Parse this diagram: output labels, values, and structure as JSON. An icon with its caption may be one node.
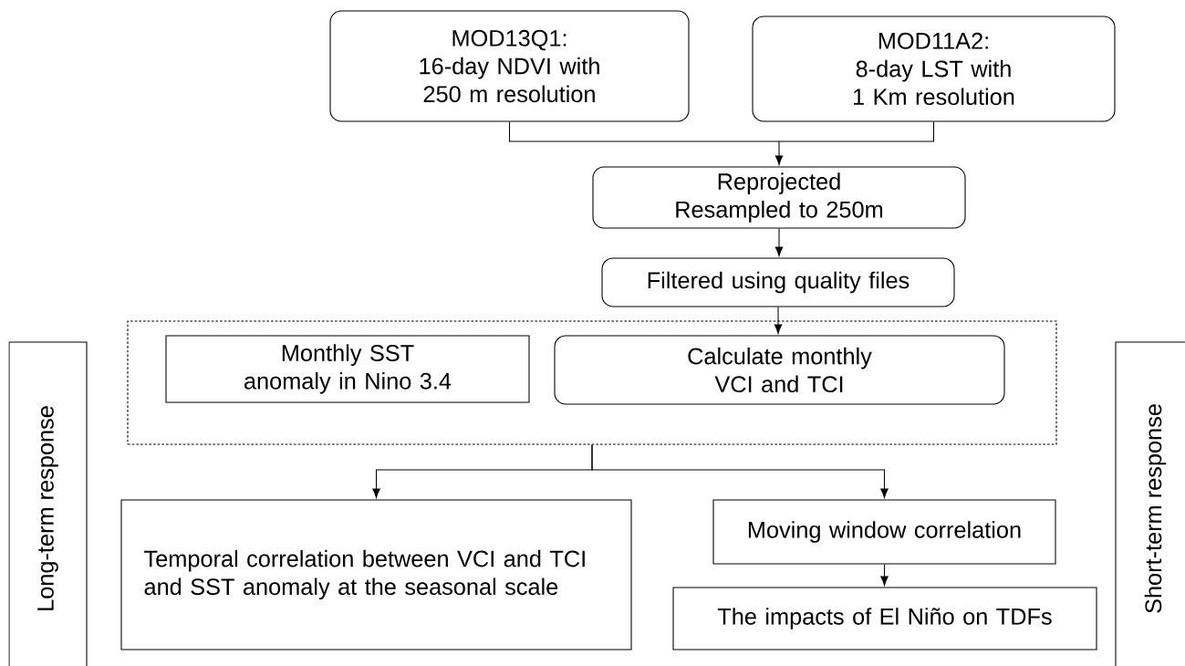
{
  "diagram": {
    "nodes": [
      {
        "text": [
          "MOD13Q1:",
          "16-day NDVI  with 250 m resolution"
        ]
      },
      {
        "text": [
          "MOD11A2:",
          "8-day LST  with 1 Km resolution"
        ]
      },
      {
        "text": [
          "Reprojected Resampled to 250m"
        ]
      },
      {
        "text": [
          "Filtered using quality files"
        ]
      },
      {
        "text": [],
        "shape": "box"
      },
      {
        "text": [
          "Monthly SST anomaly in Nino 3.4"
        ],
        "in": 4
      },
      {
        "text": [
          "Calculate monthly VCI  and TCI"
        ],
        "in": 4
      },
      {
        "text": [
          "Temporal correlation between VCI and TCI and SST anomaly at the seasonal scale"
        ]
      },
      {
        "text": [
          "Moving window correlation"
        ]
      },
      {
        "text": [
          "The impacts of El Niño on TDFs"
        ]
      },
      {
        "text": [
          "Long-term response"
        ]
      },
      {
        "text": [
          "Short-term response"
        ]
      }
    ],
    "edges": [
      {
        "from": 0,
        "to": 2,
        "arrow": "to"
      },
      {
        "from": 1,
        "to": 2,
        "arrow": "to"
      },
      {
        "from": 2,
        "to": 3,
        "arrow": "to"
      },
      {
        "from": 3,
        "to": 6,
        "arrow": "to"
      },
      {
        "from": 4,
        "to": 7,
        "arrow": "to"
      },
      {
        "from": 4,
        "to": 8,
        "arrow": "to"
      },
      {
        "from": 8,
        "to": 9,
        "arrow": "to"
      }
    ]
  }
}
